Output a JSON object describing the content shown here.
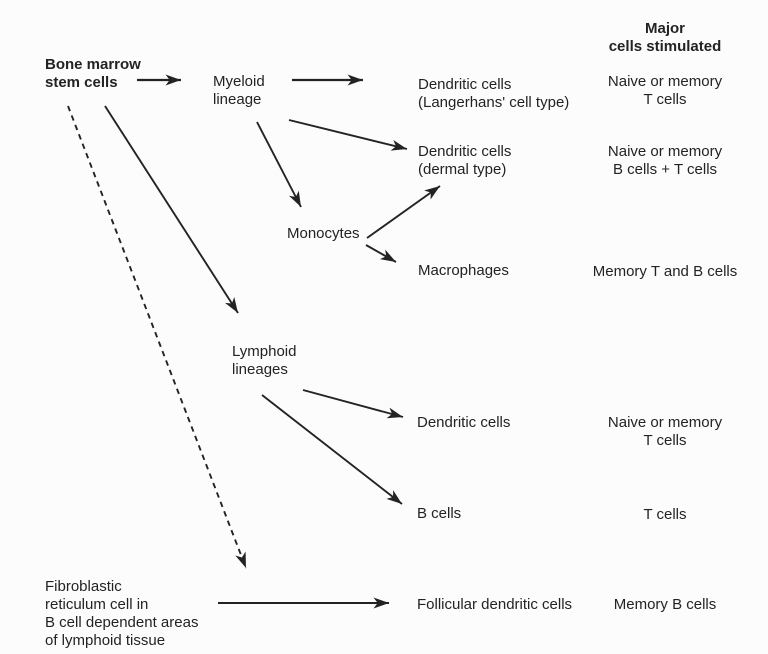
{
  "colors": {
    "background": "#fcfcfc",
    "text": "#232323"
  },
  "column_header": "Major\ncells stimulated",
  "nodes": {
    "bone_marrow": "Bone marrow\nstem cells",
    "myeloid": "Myeloid\nlineage",
    "dendritic_langerhans": "Dendritic cells\n(Langerhans' cell type)",
    "dendritic_dermal": "Dendritic cells\n(dermal type)",
    "monocytes": "Monocytes",
    "macrophages": "Macrophages",
    "lymphoid": "Lymphoid\nlineages",
    "dendritic_lymphoid": "Dendritic cells",
    "b_cells": "B cells",
    "fibroblastic": "Fibroblastic\nreticulum cell in\nB cell dependent areas\nof lymphoid tissue",
    "follicular": "Follicular dendritic cells"
  },
  "stimulated": {
    "langerhans_row": "Naive or memory\nT cells",
    "dermal_row": "Naive or memory\nB cells + T cells",
    "macrophages_row": "Memory T and B cells",
    "dendritic_lymphoid_row": "Naive or memory\nT cells",
    "b_cells_row": "T cells",
    "follicular_row": "Memory B cells"
  },
  "edges": [
    {
      "from": "bone_marrow",
      "to": "myeloid",
      "style": "solid"
    },
    {
      "from": "myeloid",
      "to": "dendritic_langerhans",
      "style": "solid"
    },
    {
      "from": "myeloid",
      "to": "dendritic_dermal",
      "style": "solid"
    },
    {
      "from": "myeloid",
      "to": "monocytes",
      "style": "solid"
    },
    {
      "from": "monocytes",
      "to": "dendritic_dermal",
      "style": "solid"
    },
    {
      "from": "monocytes",
      "to": "macrophages",
      "style": "solid"
    },
    {
      "from": "bone_marrow",
      "to": "lymphoid",
      "style": "solid"
    },
    {
      "from": "bone_marrow",
      "to": "fibroblastic_area",
      "style": "dashed"
    },
    {
      "from": "lymphoid",
      "to": "dendritic_lymphoid",
      "style": "solid"
    },
    {
      "from": "lymphoid",
      "to": "b_cells",
      "style": "solid"
    },
    {
      "from": "fibroblastic",
      "to": "follicular",
      "style": "solid"
    }
  ]
}
